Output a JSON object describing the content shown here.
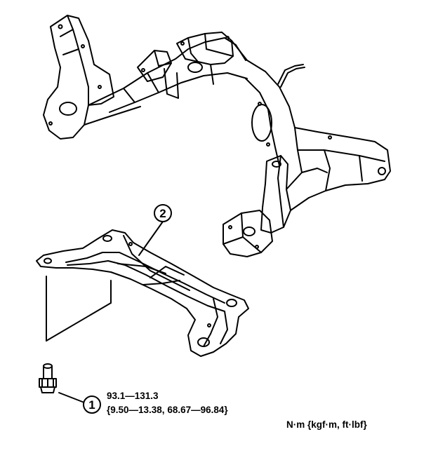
{
  "callouts": [
    {
      "number": "1",
      "part": "bolt"
    },
    {
      "number": "2",
      "part": "crossmember"
    }
  ],
  "torque": {
    "line1": "93.1—131.3",
    "line2": "{9.50—13.38, 68.67—96.84}"
  },
  "units_label": "N·m {kgf·m, ft·lbf}"
}
